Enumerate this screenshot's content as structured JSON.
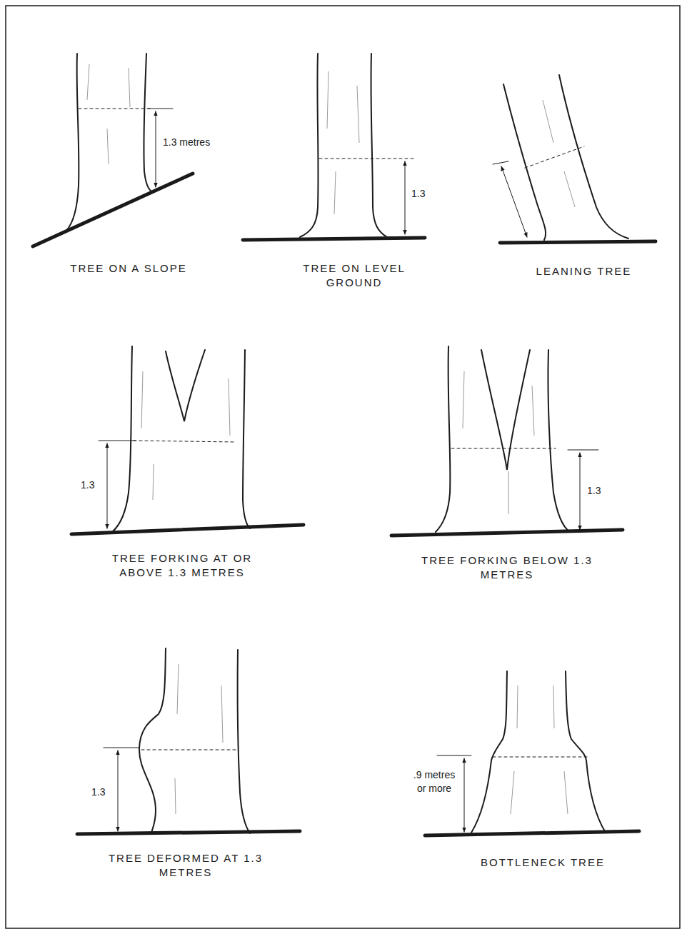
{
  "diagram": {
    "labels": [
      "1.3 metres",
      "1.3",
      "TREE ON A SLOPE",
      "TREE ON LEVEL GROUND",
      "LEANING TREE",
      "1.3",
      "TREE FORKING AT OR ABOVE 1.3 METRES",
      "1.3",
      "TREE FORKING BELOW 1.3 METRES",
      "1.3",
      "TREE DEFORMED AT 1.3 METRES",
      ".9 metres or more",
      "BOTTLENECK TREE"
    ]
  }
}
